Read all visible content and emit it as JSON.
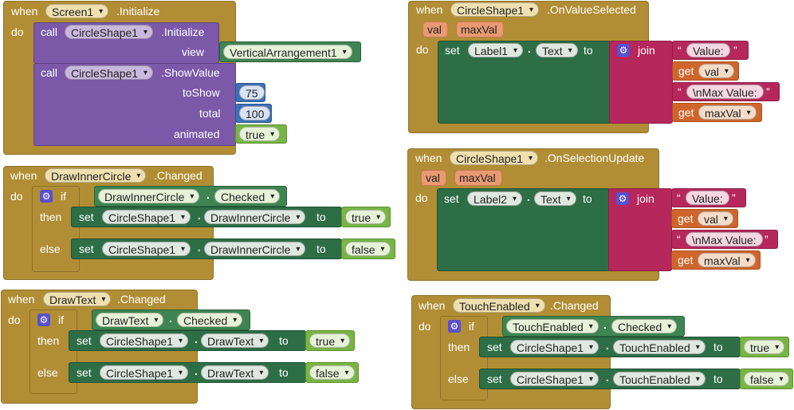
{
  "kw": {
    "when": "when",
    "do": "do",
    "call": "call",
    "set": "set",
    "to": "to",
    "get": "get",
    "if": "if",
    "then": "then",
    "else": "else",
    "join": "join",
    "dot": "."
  },
  "b1": {
    "component": "Screen1",
    "event": ".Initialize",
    "call1_comp": "CircleShape1",
    "call1_method": ".Initialize",
    "view_label": "view",
    "view_value": "VerticalArrangement1",
    "call2_comp": "CircleShape1",
    "call2_method": ".ShowValue",
    "toShow_label": "toShow",
    "toShow_value": "75",
    "total_label": "total",
    "total_value": "100",
    "animated_label": "animated",
    "animated_value": "true"
  },
  "b2": {
    "component": "DrawInnerCircle",
    "event": ".Changed",
    "cond_comp": "DrawInnerCircle",
    "cond_prop": "Checked",
    "set_comp": "CircleShape1",
    "set_prop": "DrawInnerCircle",
    "then_value": "true",
    "else_value": "false"
  },
  "b3": {
    "component": "DrawText",
    "event": ".Changed",
    "cond_comp": "DrawText",
    "cond_prop": "Checked",
    "set_comp": "CircleShape1",
    "set_prop": "DrawText",
    "then_value": "true",
    "else_value": "false"
  },
  "b4": {
    "component": "CircleShape1",
    "event": ".OnValueSelected",
    "param1": "val",
    "param2": "maxVal",
    "set_comp": "Label1",
    "set_prop": "Text",
    "str1": "Value:",
    "get1": "val",
    "str2": "\\nMax Value:",
    "get2": "maxVal"
  },
  "b5": {
    "component": "CircleShape1",
    "event": ".OnSelectionUpdate",
    "param1": "val",
    "param2": "maxVal",
    "set_comp": "Label2",
    "set_prop": "Text",
    "str1": "Value:",
    "get1": "val",
    "str2": "\\nMax Value:",
    "get2": "maxVal"
  },
  "b6": {
    "component": "TouchEnabled",
    "event": ".Changed",
    "cond_comp": "TouchEnabled",
    "cond_prop": "Checked",
    "set_comp": "CircleShape1",
    "set_prop": "TouchEnabled",
    "then_value": "true",
    "else_value": "false"
  }
}
